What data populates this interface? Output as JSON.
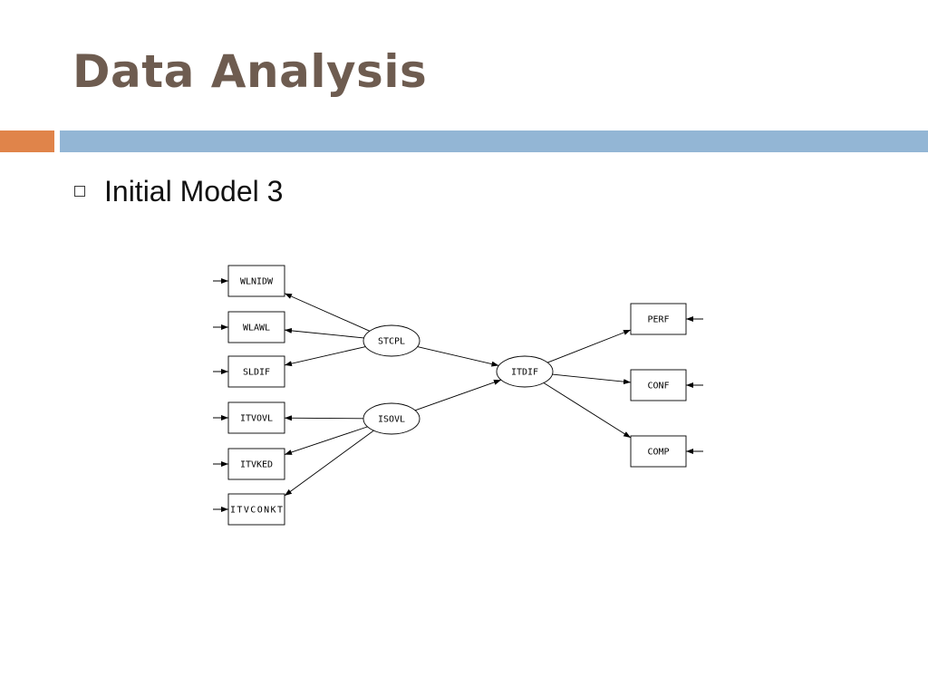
{
  "slide": {
    "title": "Data Analysis",
    "bullet": "Initial Model 3"
  },
  "diagram": {
    "indicators_left": [
      "WLNIDW",
      "WLAWL",
      "SLDIF",
      "ITVOVL",
      "ITVKED",
      "ITVCONKT"
    ],
    "latents": [
      "STCPL",
      "ISOVL",
      "ITDIF"
    ],
    "indicators_right": [
      "PERF",
      "CONF",
      "COMP"
    ],
    "paths": [
      [
        "STCPL",
        "WLNIDW"
      ],
      [
        "STCPL",
        "WLAWL"
      ],
      [
        "STCPL",
        "SLDIF"
      ],
      [
        "ISOVL",
        "ITVOVL"
      ],
      [
        "ISOVL",
        "ITVKED"
      ],
      [
        "ISOVL",
        "ITVCONKT"
      ],
      [
        "STCPL",
        "ITDIF"
      ],
      [
        "ISOVL",
        "ITDIF"
      ],
      [
        "ITDIF",
        "PERF"
      ],
      [
        "ITDIF",
        "CONF"
      ],
      [
        "ITDIF",
        "COMP"
      ]
    ]
  },
  "colors": {
    "title": "#6e5c50",
    "accent_orange": "#e0844a",
    "accent_blue": "#93b6d5"
  }
}
